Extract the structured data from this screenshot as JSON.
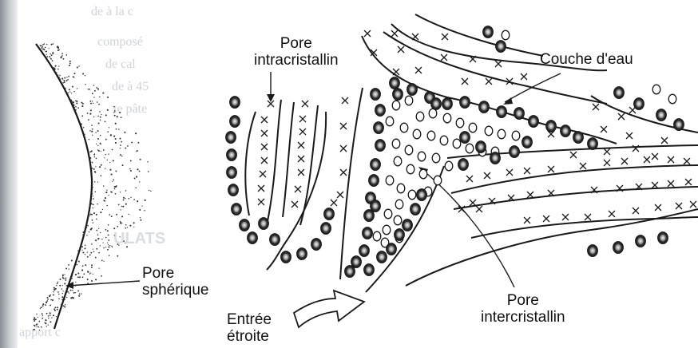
{
  "figure": {
    "labels": {
      "pore_intracristallin": [
        "Pore",
        "intracristallin"
      ],
      "couche_eau": "Couche d'eau",
      "pore_spherique": [
        "Pore",
        "sphérique"
      ],
      "entree_etroite": [
        "Entrée",
        "étroite"
      ],
      "pore_intercristallin": [
        "Pore",
        "intercristallin"
      ]
    },
    "colors": {
      "ink": "#1a1a1a",
      "scan_edge": "#8a8f96",
      "background_text": "#cfd3d8"
    },
    "legend_symbols": {
      "water_molecule": "filled-dark-circle",
      "open_pore": "empty-circle",
      "crystal_layer_site": "x-cross"
    }
  },
  "background_bleed": {
    "lines": [
      "de à la c",
      "composé",
      "de cal",
      "de à 45",
      "te pâte",
      "ULATS",
      "apport c"
    ]
  }
}
